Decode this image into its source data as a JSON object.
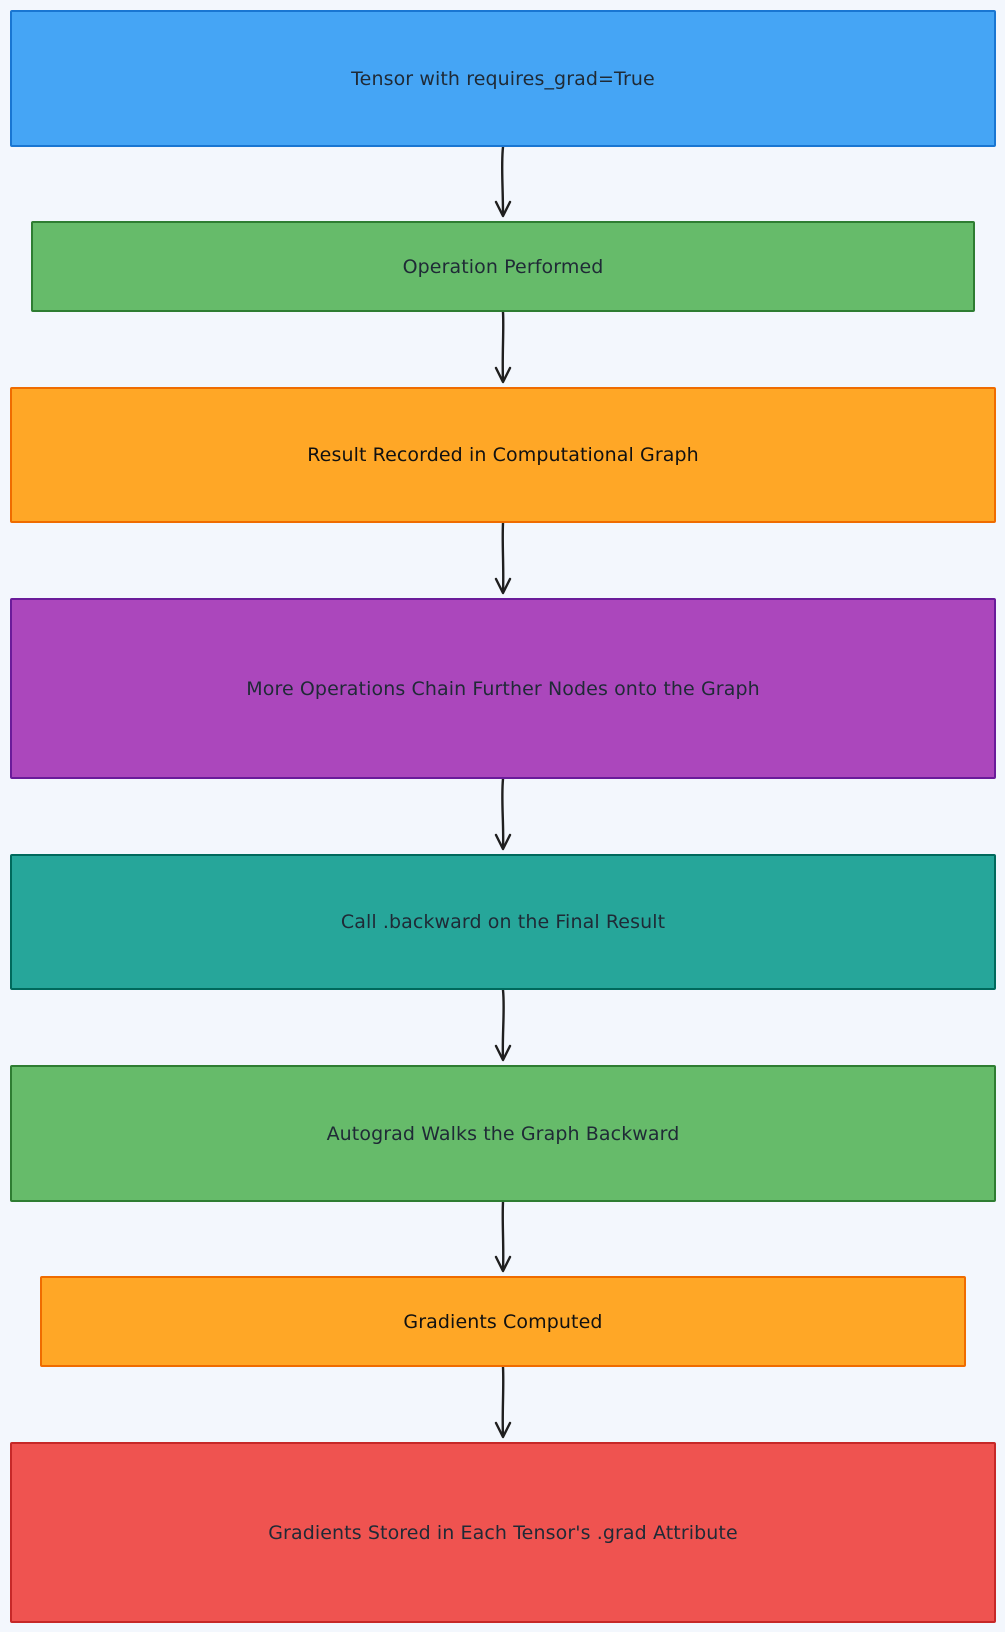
{
  "nodes": [
    {
      "label": "Tensor with requires_grad=True",
      "color": "#45a5f5"
    },
    {
      "label": "Operation Performed",
      "color": "#66bb6a"
    },
    {
      "label": "Result Recorded in Computational Graph",
      "color": "#ffa726"
    },
    {
      "label": "More Operations Chain Further Nodes onto the Graph",
      "color": "#ab47bc"
    },
    {
      "label": "Call .backward on the Final Result",
      "color": "#26a69a"
    },
    {
      "label": "Autograd Walks the Graph Backward",
      "color": "#66bb6a"
    },
    {
      "label": "Gradients Computed",
      "color": "#ffa726"
    },
    {
      "label": "Gradients Stored in Each Tensor's .grad Attribute",
      "color": "#ef5350"
    }
  ],
  "edges": [
    {
      "from": 0,
      "to": 1
    },
    {
      "from": 1,
      "to": 2
    },
    {
      "from": 2,
      "to": 3
    },
    {
      "from": 3,
      "to": 4
    },
    {
      "from": 4,
      "to": 5
    },
    {
      "from": 5,
      "to": 6
    },
    {
      "from": 6,
      "to": 7
    }
  ],
  "colors": {
    "background": "#f3f7fd",
    "arrow": "#1f1f1f"
  }
}
